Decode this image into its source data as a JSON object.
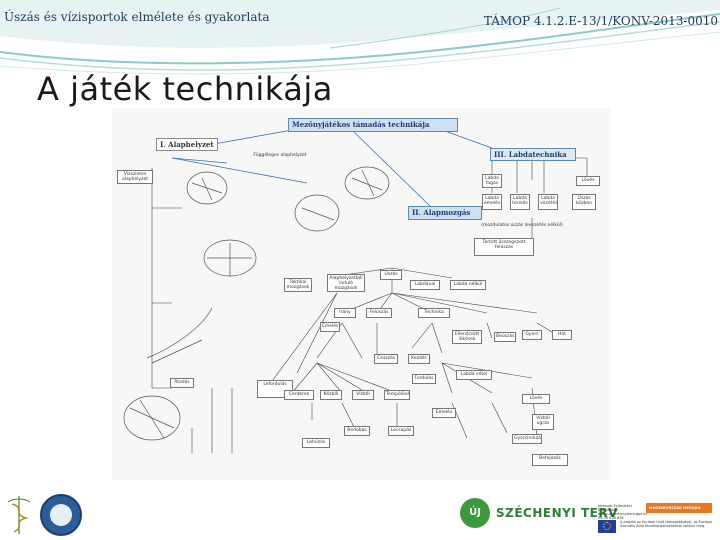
{
  "header": {
    "left_text": "Úszás és vízisportok elmélete és gyakorlata",
    "right_text": "TÁMOP 4.1.2.E-13/1/KONV-2013-0010"
  },
  "title": "A játék technikája",
  "diagram": {
    "main_title": "Mezőnyjátékos támadás technikája",
    "section_1": "I. Alaphelyzet",
    "section_2": "II. Alapmozgás",
    "section_3": "III. Labdatechnika",
    "nodes": {
      "n1": "Függőleges alaphelyzet",
      "n2": "Vízszintes alaphelyzet",
      "n3": "Labda fogás",
      "n4": "Lövés",
      "n5": "Labda emelés",
      "n6": "Labda terelés",
      "n7": "Labda vezetés",
      "n8": "Úszás közben",
      "n9": "(mozdulatos úszás levezetés nélkül)",
      "n10": "Tartott összegezett felúszás",
      "n11": "Úszás",
      "n12": "Alaphelyzetből induló mozgások",
      "n13": "Labdával",
      "n14": "Labda nélkül",
      "n15": "Taktikai mozgások",
      "n16": "Irány",
      "n17": "Felúszás",
      "n18": "Technika",
      "n19": "Emelés",
      "n20": "Beúszás",
      "n21": "Ellenőrzött lökések",
      "n22": "Gyors",
      "n23": "Hát",
      "n24": "Csúszás",
      "n25": "Kezdés",
      "n26": "Lefordulás",
      "n27": "Fordulás",
      "n28": "Labda vétel",
      "n29": "Centerez",
      "n30": "Kézből",
      "n31": "Vízből",
      "n32": "Tempólövés",
      "n33": "Átadás",
      "n34": "Lövés",
      "n35": "Emelés",
      "n36": "Vízből ugrás",
      "n37": "Bedobás",
      "n38": "Lecsapás",
      "n39": "Gyorsindulás",
      "n40": "Lehúzás",
      "n41": "Befejezés"
    }
  },
  "footer": {
    "szechenyi_badge": "ÚJ",
    "szechenyi_label": "SZÉCHENYI TERV",
    "small_text_1": "Nemzeti Fejlesztési Ügynökség www.ujszechenyiterv.gov.hu 06 40 638 638",
    "small_text_2": "A projekt az Európai Unió támogatásával, az Európai Szociális Alap társfinanszírozásával valósul meg.",
    "hu_badge": "MAGYARORSZÁG MEGÚJUL"
  },
  "colors": {
    "header_teal": "#7fc6c4",
    "header_blue": "#1f3a5a",
    "arrow_blue": "#3a6fb5",
    "szechenyi_green": "#3c9a3c"
  }
}
